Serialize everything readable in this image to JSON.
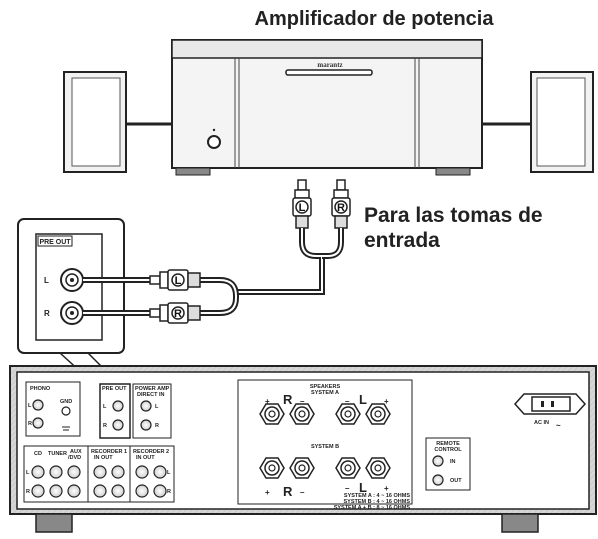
{
  "diagram": {
    "title": "Amplificador de potencia",
    "brand": "marantz",
    "note_line1": "Para las tomas de",
    "note_line2": "entrada",
    "plug_left": "L",
    "plug_right": "R",
    "zoom_box": {
      "label": "PRE OUT",
      "left": "L",
      "right": "R"
    },
    "rear_panel": {
      "phono": "PHONO",
      "gnd": "GND",
      "pre_out": "PRE OUT",
      "power_amp_line1": "POWER AMP",
      "power_amp_line2": "DIRECT IN",
      "cd": "CD",
      "tuner": "TUNER",
      "aux_line1": "AUX",
      "aux_line2": "/DVD",
      "rec1_line1": "RECORDER 1",
      "rec1_line2": "IN     OUT",
      "rec2_line1": "RECORDER 2",
      "rec2_line2": "IN     OUT",
      "speakers": "SPEAKERS",
      "system_a": "SYSTEM A",
      "system_b": "SYSTEM B",
      "sp_r": "R",
      "sp_l": "L",
      "sp_plus": "+",
      "sp_minus": "–",
      "spec1": "SYSTEM  A       : 4 ~ 16 OHMS",
      "spec2": "SYSTEM  B       : 4 ~ 16 OHMS",
      "spec3": "SYSTEM  A + B : 8 ~ 16 OHMS",
      "remote_line1": "REMOTE",
      "remote_line2": "CONTROL",
      "remote_in": "IN",
      "remote_out": "OUT",
      "ac_in": "AC IN",
      "ac_symbol": "~",
      "ch_l": "L",
      "ch_r": "R"
    }
  }
}
